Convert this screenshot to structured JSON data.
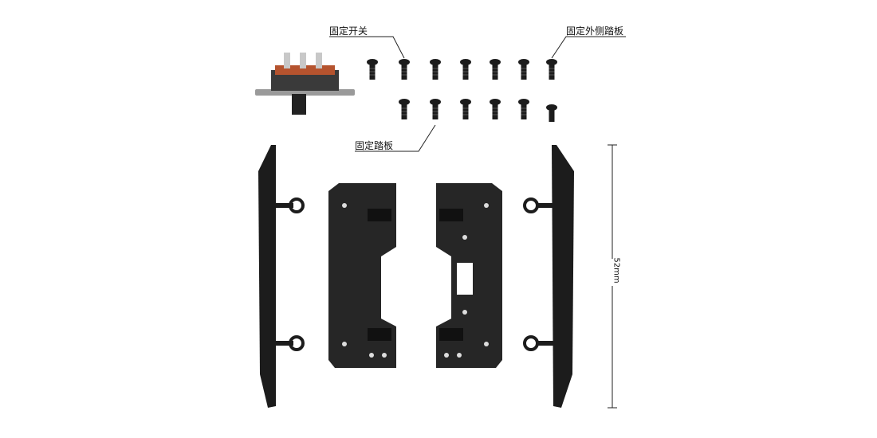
{
  "callouts": {
    "switch_screw": "固定开关",
    "outer_pedal_screw": "固定外侧踏板",
    "pedal_screw": "固定踏板"
  },
  "dimension": "52mm",
  "colors": {
    "part": "#1c1c1c",
    "switch_body": "#b5532e",
    "metal": "#9a9a9a",
    "line": "#222222"
  }
}
